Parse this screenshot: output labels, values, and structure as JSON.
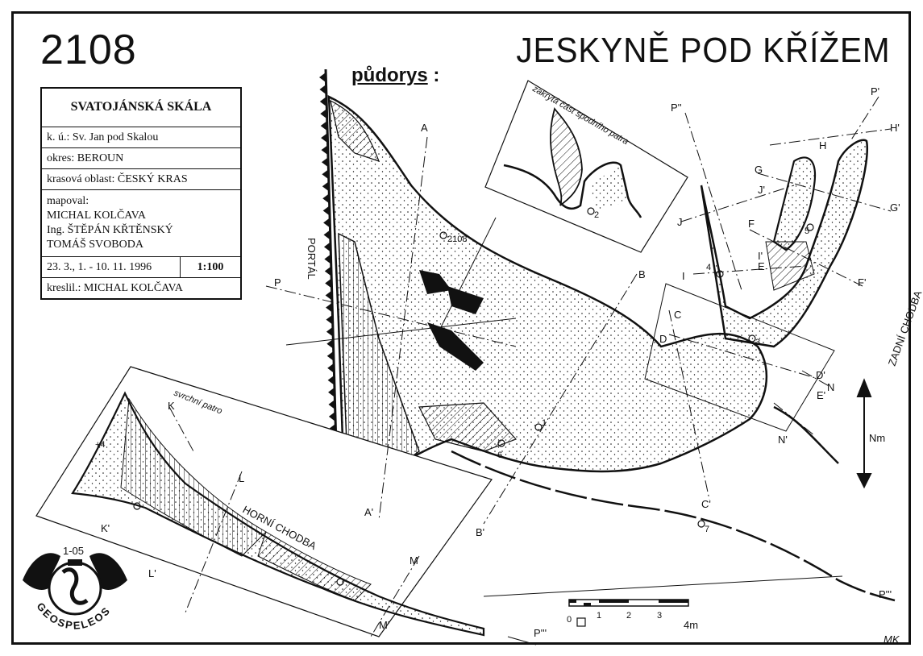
{
  "header": {
    "map_number": "2108",
    "title": "JESKYNĚ POD  KŘÍŽEM",
    "plan_label": "půdorys",
    "plan_suffix": " :"
  },
  "info": {
    "locality": "SVATOJÁNSKÁ SKÁLA",
    "cadastre": "k. ú.: Sv. Jan pod Skalou",
    "district": "okres: BEROUN",
    "karst_area": "krasová oblast: ČESKÝ KRAS",
    "mapped_by_label": "mapoval:",
    "mappers": [
      "MICHAL KOLČAVA",
      "Ing. ŠTĚPÁN KŘTĚNSKÝ",
      "TOMÁŠ SVOBODA"
    ],
    "dates": "23. 3., 1. - 10. 11. 1996",
    "scale": "1:100",
    "drawn_by": "kreslil.: MICHAL KOLČAVA"
  },
  "labels": {
    "portal": "PORTÁL",
    "back_passage": "ZADNÍ CHODBA",
    "upper_passage": "HORNÍ CHODBA",
    "upper_level": "svrchní patro",
    "hidden_part": "zakrytá část spodního patra",
    "north": "Nm",
    "scale_unit": "4m",
    "scale_ticks": [
      "0",
      "1",
      "2",
      "3"
    ],
    "author_mark": "MK",
    "logo_code": "1-05",
    "logo_name": "GEOSPELEOS",
    "station_2108": "2108",
    "height_mark": "+4"
  },
  "sections": {
    "A": "A",
    "A_prime": "A'",
    "B": "B",
    "B_prime": "B'",
    "C": "C",
    "C_prime": "C'",
    "D": "D",
    "D_prime": "D'",
    "E": "E",
    "E_prime": "E'",
    "F": "F",
    "F_prime": "F'",
    "G": "G",
    "G_prime": "G'",
    "H": "H",
    "H_prime": "H'",
    "I": "I",
    "I_prime": "I'",
    "J": "J",
    "J_prime": "J'",
    "K": "K",
    "K_prime": "K'",
    "L": "L",
    "L_prime": "L'",
    "M": "M",
    "M_prime": "M'",
    "N": "N",
    "N_prime": "N'",
    "P": "P",
    "P_prime": "P'",
    "P2": "P''",
    "P3": "P'''",
    "P3b": "P'''"
  },
  "stations": [
    "1",
    "2",
    "3",
    "4",
    "5",
    "6",
    "7"
  ]
}
